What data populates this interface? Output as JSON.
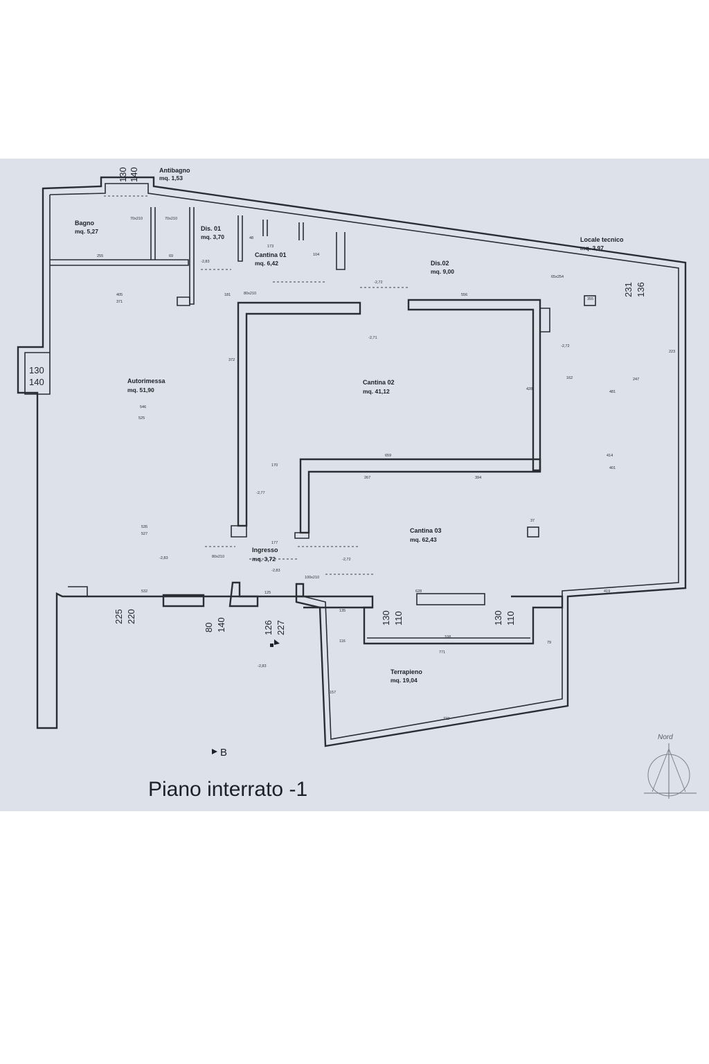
{
  "caption": "Piano interrato  -1",
  "section_marker": "B",
  "north_label": "Nord",
  "rooms": {
    "antibagno": {
      "name": "Antibagno",
      "area": "mq. 1,53"
    },
    "bagno": {
      "name": "Bagno",
      "area": "mq. 5,27"
    },
    "dis01": {
      "name": "Dis. 01",
      "area": "mq. 3,70"
    },
    "cantina01": {
      "name": "Cantina 01",
      "area": "mq. 6,42"
    },
    "dis02": {
      "name": "Dis.02",
      "area": "mq. 9,00"
    },
    "locale_tecnico": {
      "name": "Locale tecnico",
      "area": "mq. 3,97"
    },
    "autorimessa": {
      "name": "Autorimessa",
      "area": "mq. 51,90"
    },
    "cantina02": {
      "name": "Cantina 02",
      "area": "mq. 41,12"
    },
    "cantina03": {
      "name": "Cantina 03",
      "area": "mq. 62,43"
    },
    "ingresso": {
      "name": "Ingresso",
      "area": "mq. 3,72"
    },
    "terrapieno": {
      "name": "Terrapieno",
      "area": "mq. 19,04"
    }
  },
  "openings": {
    "top_window": {
      "a": "130",
      "b": "140"
    },
    "left_window": {
      "a": "130",
      "b": "140"
    },
    "right_tech": {
      "a": "231",
      "b": "136"
    },
    "garage_door": {
      "a": "225",
      "b": "220"
    },
    "entry_left": {
      "a": "80",
      "b": "140"
    },
    "entry_door": {
      "a": "126",
      "b": "227"
    },
    "terr_window1": {
      "a": "130",
      "b": "110"
    },
    "terr_window2": {
      "a": "130",
      "b": "110"
    }
  },
  "levels": {
    "dis01": "-2,83",
    "dis02": "-2,72",
    "cantina02": "-2,71",
    "tecnico": "-2,72",
    "ingresso_n": "-2,77",
    "garage": "-2,83",
    "ingresso": "-2,83",
    "cantina03": "-2,72",
    "exterior": "-2,83"
  },
  "dims": {
    "bagno_w": "255",
    "bagno_door": "70x210",
    "antibagno_door": "70x210",
    "anti_w": "69",
    "cant01_w": "173",
    "cant01_d1": "48",
    "cant01_d2": "104",
    "garage_405": "405",
    "garage_371": "371",
    "garage_546": "546",
    "garage_525": "525",
    "garage_535": "535",
    "garage_527": "527",
    "garage_532": "532",
    "cant02_top": "556",
    "cant02_bot": "659",
    "cant02_side": "428",
    "cant02_372": "372",
    "cant02_181": "181",
    "door_1": "80x210",
    "door_2": "80x210",
    "door_3": "100x210",
    "door_4": "65x254",
    "tech_355": "355",
    "tech_362": "162",
    "tech_247": "247",
    "tech_481": "481",
    "tech_414": "414",
    "tech_401": "401",
    "tech_223": "223",
    "c03_267": "267",
    "c03_394": "394",
    "c03_419": "419",
    "c03_628": "628",
    "c03_37": "37",
    "ingr_177": "177",
    "ingr_125": "125",
    "ingr_170": "170",
    "terr_135": "135",
    "terr_116": "116",
    "terr_108": "108",
    "terr_771": "771",
    "terr_722": "722",
    "terr_157": "157",
    "terr_79": "79"
  }
}
